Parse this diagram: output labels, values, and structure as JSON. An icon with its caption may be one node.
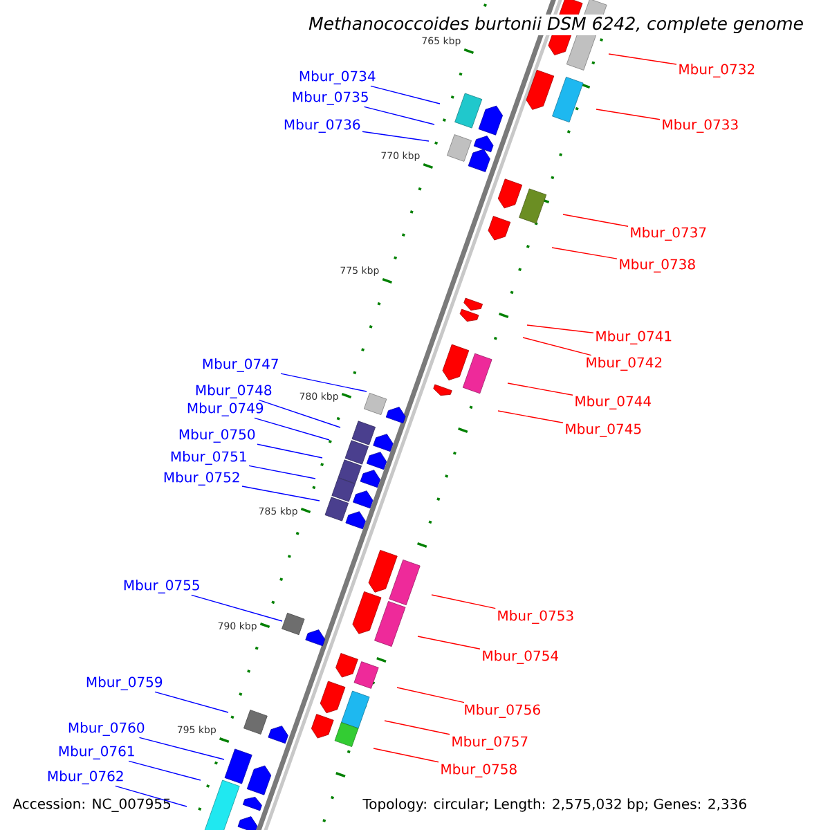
{
  "diagram": {
    "title": "Methanococcoides burtonii DSM 6242, complete genome",
    "nodes": [
      {
        "text": [
          "Mbur_0732"
        ]
      },
      {
        "text": [
          "Mbur_0734"
        ]
      },
      {
        "text": [
          "Mbur_0735"
        ]
      },
      {
        "text": [
          "Mbur_0736"
        ]
      },
      {
        "text": [
          "Mbur_0733"
        ]
      },
      {
        "text": [
          "Mbur_0737"
        ]
      },
      {
        "text": [
          "Mbur_0738"
        ]
      },
      {
        "text": [
          "Mbur_0741"
        ]
      },
      {
        "text": [
          "Mbur_0742"
        ]
      },
      {
        "text": [
          "Mbur_0747"
        ]
      },
      {
        "text": [
          "Mbur_0748"
        ]
      },
      {
        "text": [
          "Mbur_0744"
        ]
      },
      {
        "text": [
          "Mbur_0749"
        ]
      },
      {
        "text": [
          "Mbur_0745"
        ]
      },
      {
        "text": [
          "Mbur_0750"
        ]
      },
      {
        "text": [
          "Mbur_0751"
        ]
      },
      {
        "text": [
          "Mbur_0752"
        ]
      },
      {
        "text": [
          "Mbur_0755"
        ]
      },
      {
        "text": [
          "Mbur_0753"
        ]
      },
      {
        "text": [
          "Mbur_0754"
        ]
      },
      {
        "text": [
          "Mbur_0759"
        ]
      },
      {
        "text": [
          "Mbur_0756"
        ]
      },
      {
        "text": [
          "Mbur_0760"
        ]
      },
      {
        "text": [
          "Mbur_0757"
        ]
      },
      {
        "text": [
          "Mbur_0761"
        ]
      },
      {
        "text": [
          "Mbur_0758"
        ]
      },
      {
        "text": [
          "Mbur_0762"
        ]
      }
    ],
    "edges": [
      {
        "from": 0,
        "to": null,
        "arrow": "none",
        "color": "#ff0000"
      },
      {
        "from": 1,
        "to": null,
        "arrow": "none"
      },
      {
        "from": 2,
        "to": null,
        "arrow": "none"
      },
      {
        "from": 3,
        "to": null,
        "arrow": "none"
      },
      {
        "from": 4,
        "to": null,
        "arrow": "none",
        "color": "#ff0000"
      },
      {
        "from": 5,
        "to": null,
        "arrow": "none",
        "color": "#ff0000"
      },
      {
        "from": 6,
        "to": null,
        "arrow": "none",
        "color": "#ff0000"
      },
      {
        "from": 7,
        "to": null,
        "arrow": "none",
        "color": "#ff0000"
      },
      {
        "from": 8,
        "to": null,
        "arrow": "none",
        "color": "#ff0000"
      },
      {
        "from": 9,
        "to": null,
        "arrow": "none"
      },
      {
        "from": 10,
        "to": null,
        "arrow": "none"
      },
      {
        "from": 11,
        "to": null,
        "arrow": "none",
        "color": "#ff0000"
      },
      {
        "from": 12,
        "to": null,
        "arrow": "none"
      },
      {
        "from": 13,
        "to": null,
        "arrow": "none",
        "color": "#ff0000"
      },
      {
        "from": 14,
        "to": null,
        "arrow": "none"
      },
      {
        "from": 15,
        "to": null,
        "arrow": "none"
      },
      {
        "from": 16,
        "to": null,
        "arrow": "none"
      },
      {
        "from": 17,
        "to": null,
        "arrow": "none"
      },
      {
        "from": 18,
        "to": null,
        "arrow": "none",
        "color": "#ff0000"
      },
      {
        "from": 19,
        "to": null,
        "arrow": "none",
        "color": "#ff0000"
      },
      {
        "from": 20,
        "to": null,
        "arrow": "none"
      },
      {
        "from": 21,
        "to": null,
        "arrow": "none",
        "color": "#ff0000"
      },
      {
        "from": 22,
        "to": null,
        "arrow": "none"
      },
      {
        "from": 23,
        "to": null,
        "arrow": "none",
        "color": "#ff0000"
      },
      {
        "from": 24,
        "to": null,
        "arrow": "none"
      },
      {
        "from": 25,
        "to": null,
        "arrow": "none",
        "color": "#ff0000"
      },
      {
        "from": 26,
        "to": null,
        "arrow": "none"
      }
    ],
    "labels": [
      "765 kbp",
      "770 kbp",
      "775 kbp",
      "780 kbp",
      "785 kbp",
      "790 kbp",
      "795 kbp",
      "Accession: NC_007955",
      "Topology: circular; Length: 2,575,032 bp; Genes: 2,336"
    ]
  }
}
